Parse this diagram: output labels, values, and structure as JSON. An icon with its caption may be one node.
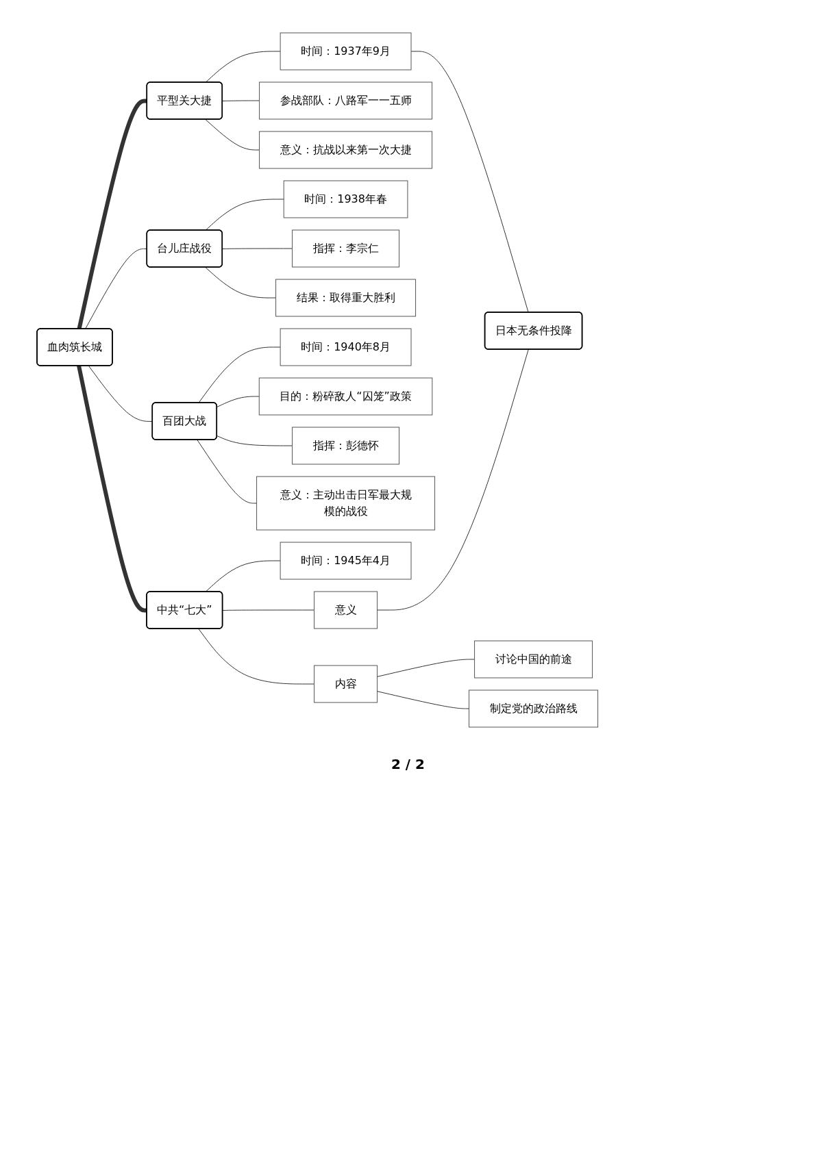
{
  "diagram": {
    "nodes": [
      {
        "text": [
          "血肉筑长城"
        ]
      },
      {
        "text": [
          "平型关大捷"
        ]
      },
      {
        "text": [
          "时间：1937年9月"
        ]
      },
      {
        "text": [
          "参战部队：八路军一一五师"
        ]
      },
      {
        "text": [
          "意义：抗战以来第一次大捷"
        ]
      },
      {
        "text": [
          "台儿庄战役"
        ]
      },
      {
        "text": [
          "时间：1938年春"
        ]
      },
      {
        "text": [
          "指挥：李宗仁"
        ]
      },
      {
        "text": [
          "结果：取得重大胜利"
        ]
      },
      {
        "text": [
          "百团大战"
        ]
      },
      {
        "text": [
          "时间：1940年8月"
        ]
      },
      {
        "text": [
          "目的：粉碎敌人“囚笼”政策"
        ]
      },
      {
        "text": [
          "指挥：彭德怀"
        ]
      },
      {
        "text": [
          "意义：主动出击日军最大规模的战役"
        ]
      },
      {
        "text": [
          "中共“七大”"
        ]
      },
      {
        "text": [
          "时间：1945年4月"
        ]
      },
      {
        "text": [
          "内容"
        ]
      },
      {
        "text": [
          "讨论中国的前途"
        ]
      },
      {
        "text": [
          "制定党的政治路线"
        ]
      },
      {
        "text": [
          "意义"
        ]
      },
      {
        "text": [
          "日本无条件投降"
        ]
      }
    ],
    "edges": [
      {
        "from": 0,
        "to": 1,
        "arrow": "none",
        "style": "thick"
      },
      {
        "from": 0,
        "to": 5,
        "arrow": "none"
      },
      {
        "from": 0,
        "to": 9,
        "arrow": "none"
      },
      {
        "from": 0,
        "to": 14,
        "arrow": "none",
        "style": "thick"
      },
      {
        "from": 1,
        "to": 2,
        "arrow": "none"
      },
      {
        "from": 1,
        "to": 3,
        "arrow": "none"
      },
      {
        "from": 1,
        "to": 4,
        "arrow": "none"
      },
      {
        "from": 5,
        "to": 6,
        "arrow": "none"
      },
      {
        "from": 5,
        "to": 7,
        "arrow": "none"
      },
      {
        "from": 5,
        "to": 8,
        "arrow": "none"
      },
      {
        "from": 9,
        "to": 10,
        "arrow": "none"
      },
      {
        "from": 9,
        "to": 11,
        "arrow": "none"
      },
      {
        "from": 9,
        "to": 12,
        "arrow": "none"
      },
      {
        "from": 9,
        "to": 13,
        "arrow": "none"
      },
      {
        "from": 14,
        "to": 15,
        "arrow": "none"
      },
      {
        "from": 14,
        "to": 16,
        "arrow": "none"
      },
      {
        "from": 14,
        "to": 19,
        "arrow": "none"
      },
      {
        "from": 16,
        "to": 17,
        "arrow": "none"
      },
      {
        "from": 16,
        "to": 18,
        "arrow": "none"
      },
      {
        "from": 2,
        "to": 20,
        "arrow": "none"
      },
      {
        "from": 19,
        "to": 20,
        "arrow": "none"
      }
    ],
    "labels": [
      "2 / 2"
    ]
  }
}
